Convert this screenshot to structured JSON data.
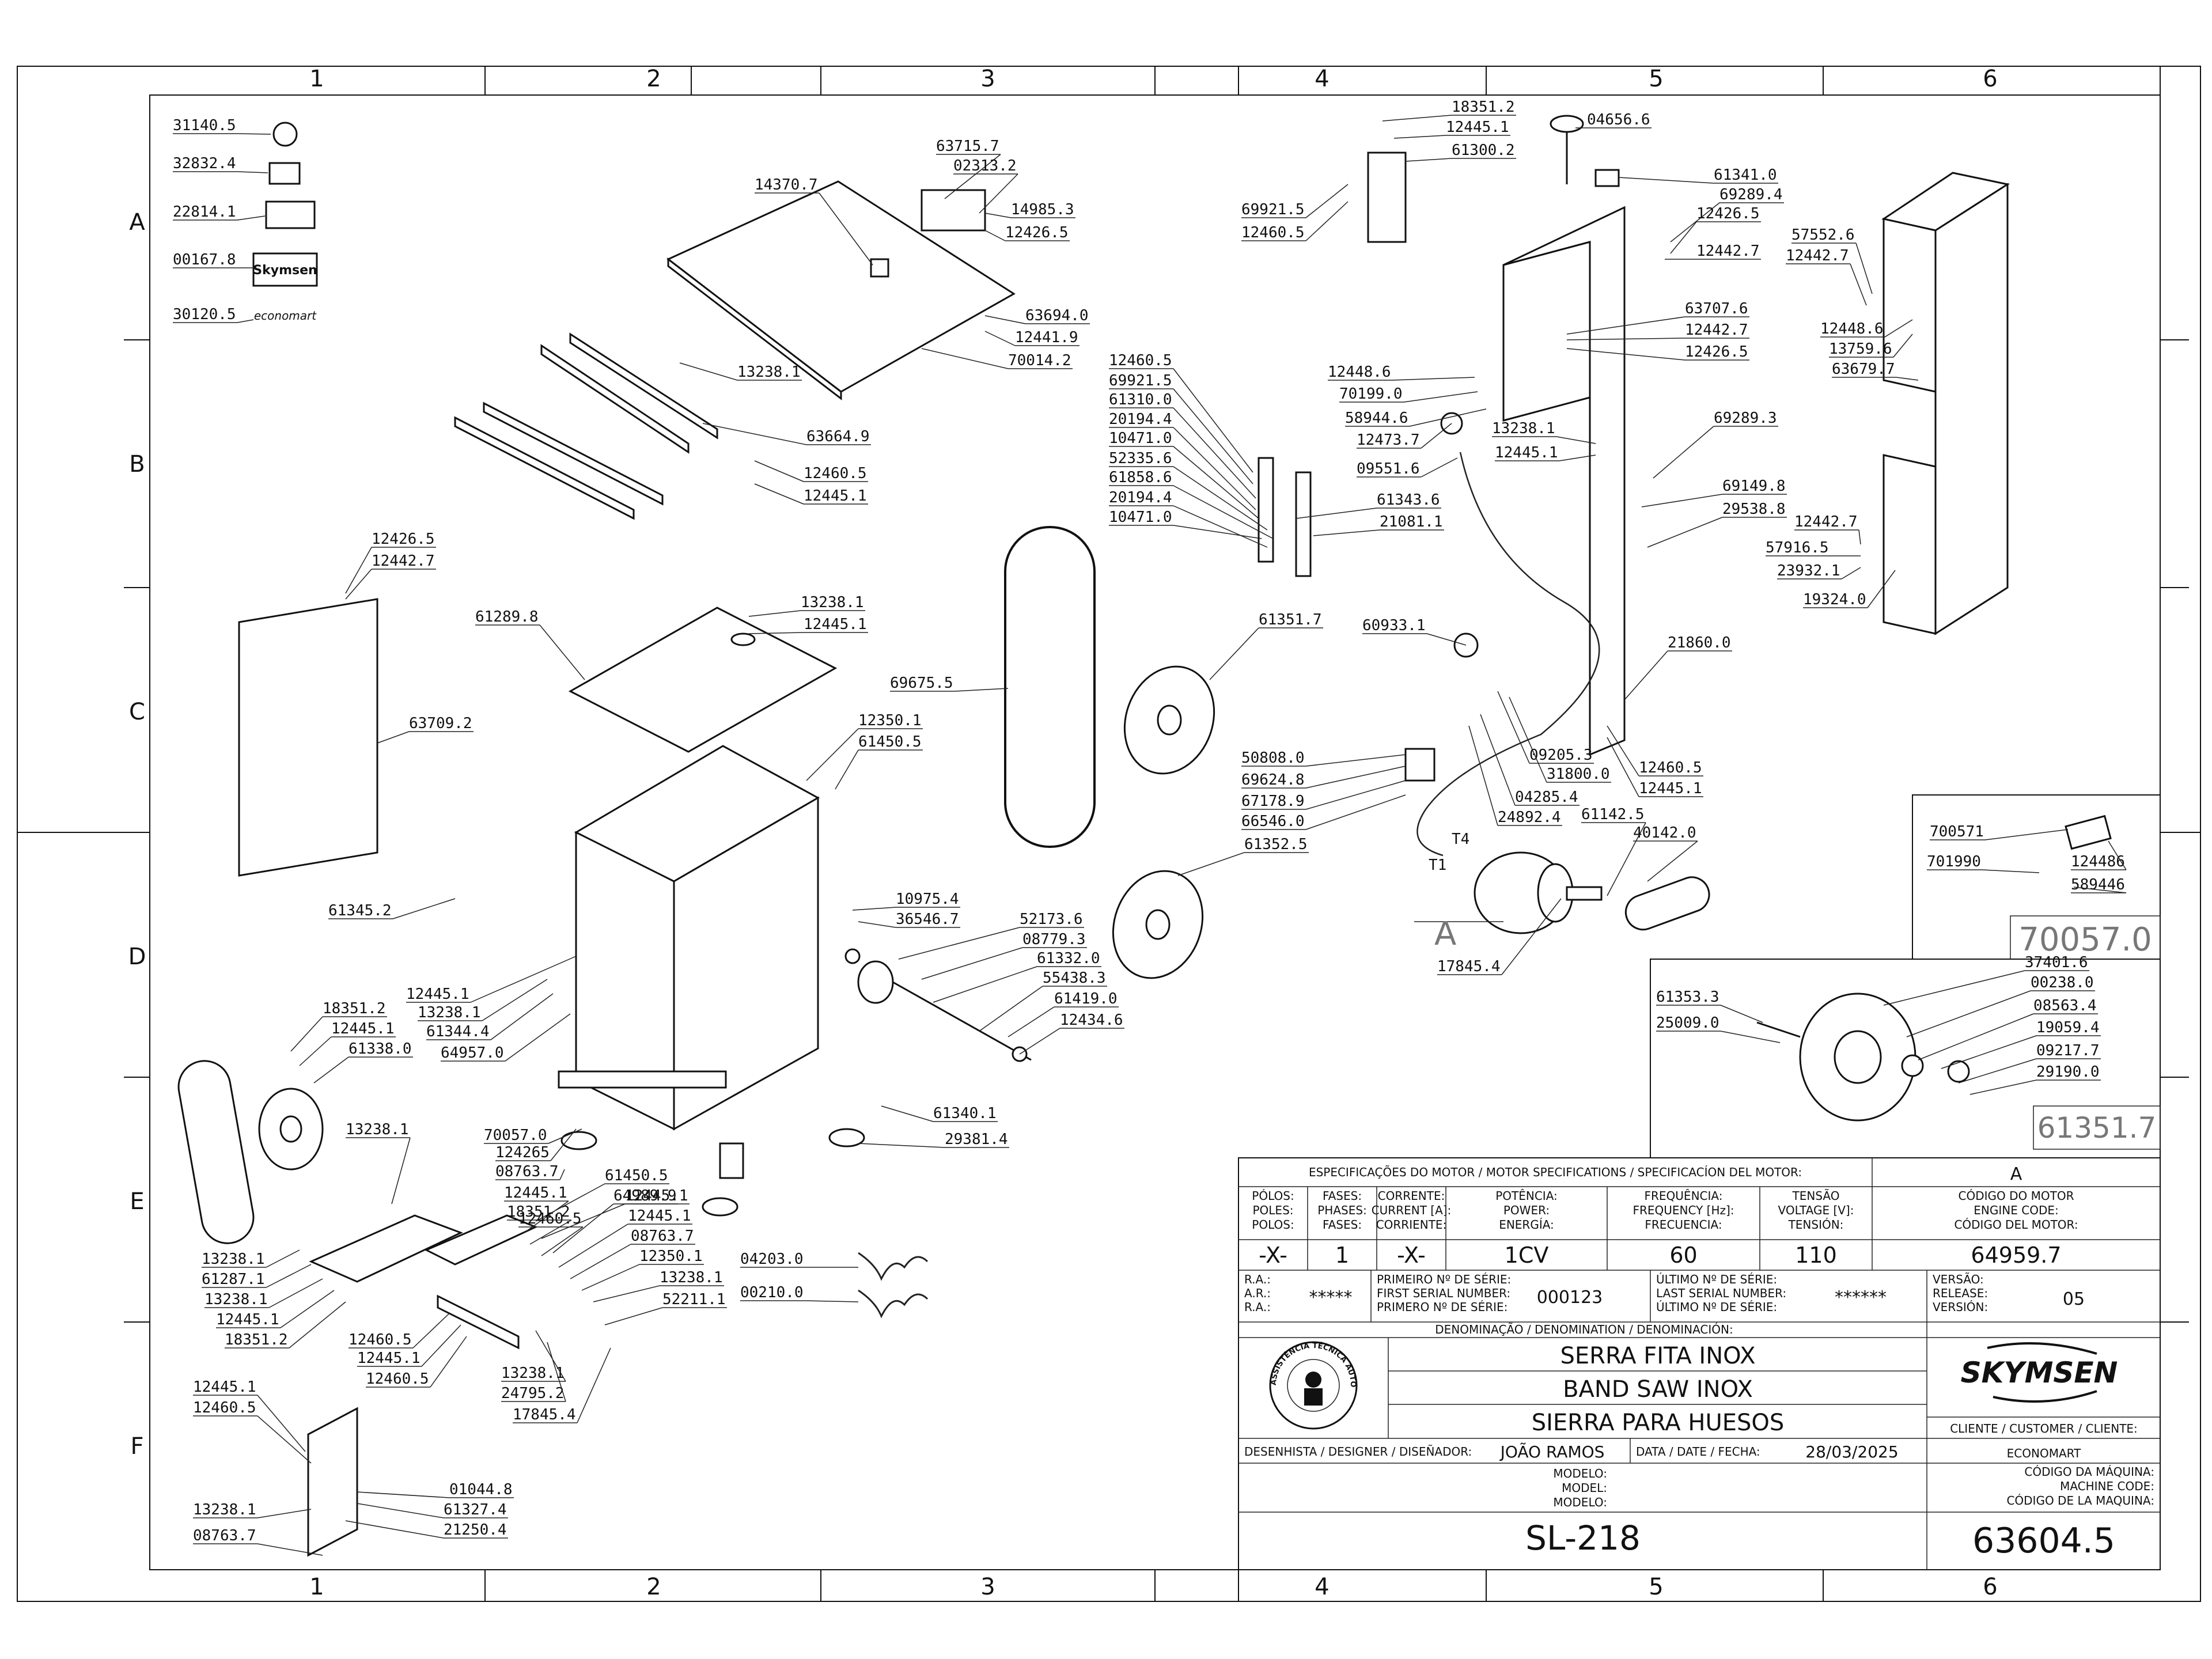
{
  "zones": {
    "columns": [
      "1",
      "2",
      "3",
      "4",
      "5",
      "6"
    ],
    "rows": [
      "A",
      "B",
      "C",
      "D",
      "E",
      "F"
    ]
  },
  "brands": {
    "skymsen_logo": "Skymsen",
    "economart_logo": "economart",
    "title_logo": "SKYMSEN",
    "seal_text": "ASSISTÊNCIA TÉCNICA AUTORIZADA"
  },
  "callouts": [
    {
      "id": "c1",
      "text": "31140.5"
    },
    {
      "id": "c2",
      "text": "32832.4"
    },
    {
      "id": "c3",
      "text": "22814.1"
    },
    {
      "id": "c4",
      "text": "00167.8"
    },
    {
      "id": "c5",
      "text": "30120.5"
    },
    {
      "id": "c6",
      "text": "14370.7"
    },
    {
      "id": "c7",
      "text": "63715.7"
    },
    {
      "id": "c8",
      "text": "02313.2"
    },
    {
      "id": "c9",
      "text": "14985.3"
    },
    {
      "id": "c10",
      "text": "12426.5"
    },
    {
      "id": "c11",
      "text": "63694.0"
    },
    {
      "id": "c12",
      "text": "12441.9"
    },
    {
      "id": "c13",
      "text": "70014.2"
    },
    {
      "id": "c14",
      "text": "13238.1"
    },
    {
      "id": "c15",
      "text": "63664.9"
    },
    {
      "id": "c16",
      "text": "12460.5"
    },
    {
      "id": "c17",
      "text": "12445.1"
    },
    {
      "id": "c18",
      "text": "12426.5"
    },
    {
      "id": "c19",
      "text": "12442.7"
    },
    {
      "id": "c20",
      "text": "61289.8"
    },
    {
      "id": "c21",
      "text": "13238.1"
    },
    {
      "id": "c22",
      "text": "12445.1"
    },
    {
      "id": "c23",
      "text": "63709.2"
    },
    {
      "id": "c24",
      "text": "12350.1"
    },
    {
      "id": "c25",
      "text": "61450.5"
    },
    {
      "id": "c26",
      "text": "69675.5"
    },
    {
      "id": "c27",
      "text": "61345.2"
    },
    {
      "id": "c28",
      "text": "12445.1"
    },
    {
      "id": "c29",
      "text": "13238.1"
    },
    {
      "id": "c30",
      "text": "61344.4"
    },
    {
      "id": "c31",
      "text": "64957.0"
    },
    {
      "id": "c32",
      "text": "10975.4"
    },
    {
      "id": "c33",
      "text": "36546.7"
    },
    {
      "id": "c34",
      "text": "52173.6"
    },
    {
      "id": "c35",
      "text": "08779.3"
    },
    {
      "id": "c36",
      "text": "61332.0"
    },
    {
      "id": "c37",
      "text": "55438.3"
    },
    {
      "id": "c38",
      "text": "61419.0"
    },
    {
      "id": "c39",
      "text": "12434.6"
    },
    {
      "id": "c40",
      "text": "18351.2"
    },
    {
      "id": "c41",
      "text": "12445.1"
    },
    {
      "id": "c42",
      "text": "61338.0"
    },
    {
      "id": "c43",
      "text": "61340.1"
    },
    {
      "id": "c44",
      "text": "29381.4"
    },
    {
      "id": "c45",
      "text": "70057.0"
    },
    {
      "id": "c46",
      "text": "124265"
    },
    {
      "id": "c47",
      "text": "08763.7"
    },
    {
      "id": "c48",
      "text": "13238.1"
    },
    {
      "id": "c49",
      "text": "12445.1"
    },
    {
      "id": "c50",
      "text": "18351.2"
    },
    {
      "id": "c51",
      "text": "61450.5"
    },
    {
      "id": "c52",
      "text": "12445.1"
    },
    {
      "id": "c53",
      "text": "64989.9"
    },
    {
      "id": "c54",
      "text": "12460.5"
    },
    {
      "id": "c55",
      "text": "12445.1"
    },
    {
      "id": "c56",
      "text": "08763.7"
    },
    {
      "id": "c57",
      "text": "12350.1"
    },
    {
      "id": "c58",
      "text": "13238.1"
    },
    {
      "id": "c59",
      "text": "52211.1"
    },
    {
      "id": "c60",
      "text": "04203.0"
    },
    {
      "id": "c61",
      "text": "00210.0"
    },
    {
      "id": "c62",
      "text": "13238.1"
    },
    {
      "id": "c63",
      "text": "61287.1"
    },
    {
      "id": "c64",
      "text": "13238.1"
    },
    {
      "id": "c65",
      "text": "12445.1"
    },
    {
      "id": "c66",
      "text": "18351.2"
    },
    {
      "id": "c67",
      "text": "12460.5"
    },
    {
      "id": "c68",
      "text": "12445.1"
    },
    {
      "id": "c69",
      "text": "12460.5"
    },
    {
      "id": "c70",
      "text": "13238.1"
    },
    {
      "id": "c71",
      "text": "24795.2"
    },
    {
      "id": "c72",
      "text": "17845.4"
    },
    {
      "id": "c73",
      "text": "12445.1"
    },
    {
      "id": "c74",
      "text": "12460.5"
    },
    {
      "id": "c75",
      "text": "01044.8"
    },
    {
      "id": "c76",
      "text": "61327.4"
    },
    {
      "id": "c77",
      "text": "21250.4"
    },
    {
      "id": "c78",
      "text": "13238.1"
    },
    {
      "id": "c79",
      "text": "08763.7"
    },
    {
      "id": "c80",
      "text": "18351.2"
    },
    {
      "id": "c81",
      "text": "12445.1"
    },
    {
      "id": "c82",
      "text": "61300.2"
    },
    {
      "id": "c83",
      "text": "69921.5"
    },
    {
      "id": "c84",
      "text": "12460.5"
    },
    {
      "id": "c85",
      "text": "04656.6"
    },
    {
      "id": "c86",
      "text": "61341.0"
    },
    {
      "id": "c87",
      "text": "69289.4"
    },
    {
      "id": "c88",
      "text": "12426.5"
    },
    {
      "id": "c89",
      "text": "12442.7"
    },
    {
      "id": "c90",
      "text": "63707.6"
    },
    {
      "id": "c91",
      "text": "12442.7"
    },
    {
      "id": "c92",
      "text": "12426.5"
    },
    {
      "id": "c93",
      "text": "12448.6"
    },
    {
      "id": "c94",
      "text": "70199.0"
    },
    {
      "id": "c95",
      "text": "58944.6"
    },
    {
      "id": "c96",
      "text": "12473.7"
    },
    {
      "id": "c97",
      "text": "12460.5"
    },
    {
      "id": "c98",
      "text": "69921.5"
    },
    {
      "id": "c99",
      "text": "61310.0"
    },
    {
      "id": "c100",
      "text": "20194.4"
    },
    {
      "id": "c101",
      "text": "10471.0"
    },
    {
      "id": "c102",
      "text": "52335.6"
    },
    {
      "id": "c103",
      "text": "61858.6"
    },
    {
      "id": "c104",
      "text": "20194.4"
    },
    {
      "id": "c105",
      "text": "10471.0"
    },
    {
      "id": "c106",
      "text": "61343.6"
    },
    {
      "id": "c107",
      "text": "21081.1"
    },
    {
      "id": "c108",
      "text": "09551.6"
    },
    {
      "id": "c109",
      "text": "13238.1"
    },
    {
      "id": "c110",
      "text": "12445.1"
    },
    {
      "id": "c111",
      "text": "69289.3"
    },
    {
      "id": "c112",
      "text": "69149.8"
    },
    {
      "id": "c113",
      "text": "29538.8"
    },
    {
      "id": "c114",
      "text": "57552.6"
    },
    {
      "id": "c115",
      "text": "12442.7"
    },
    {
      "id": "c116",
      "text": "12448.6"
    },
    {
      "id": "c117",
      "text": "13759.6"
    },
    {
      "id": "c118",
      "text": "63679.7"
    },
    {
      "id": "c119",
      "text": "12442.7"
    },
    {
      "id": "c120",
      "text": "57916.5"
    },
    {
      "id": "c121",
      "text": "23932.1"
    },
    {
      "id": "c122",
      "text": "19324.0"
    },
    {
      "id": "c123",
      "text": "60933.1"
    },
    {
      "id": "c124",
      "text": "61351.7"
    },
    {
      "id": "c125",
      "text": "21860.0"
    },
    {
      "id": "c126",
      "text": "09205.3"
    },
    {
      "id": "c127",
      "text": "31800.0"
    },
    {
      "id": "c128",
      "text": "12460.5"
    },
    {
      "id": "c129",
      "text": "12445.1"
    },
    {
      "id": "c130",
      "text": "50808.0"
    },
    {
      "id": "c131",
      "text": "69624.8"
    },
    {
      "id": "c132",
      "text": "67178.9"
    },
    {
      "id": "c133",
      "text": "66546.0"
    },
    {
      "id": "c134",
      "text": "04285.4"
    },
    {
      "id": "c135",
      "text": "24892.4"
    },
    {
      "id": "c136",
      "text": "61142.5"
    },
    {
      "id": "c137",
      "text": "40142.0"
    },
    {
      "id": "c138",
      "text": "61352.5"
    },
    {
      "id": "c139",
      "text": "17845.4"
    },
    {
      "id": "c140",
      "text": "700571"
    },
    {
      "id": "c141",
      "text": "701990"
    },
    {
      "id": "c142",
      "text": "124486"
    },
    {
      "id": "c143",
      "text": "589446"
    },
    {
      "id": "c144",
      "text": "61353.3"
    },
    {
      "id": "c145",
      "text": "25009.0"
    },
    {
      "id": "c146",
      "text": "37401.6"
    },
    {
      "id": "c147",
      "text": "00238.0"
    },
    {
      "id": "c148",
      "text": "08563.4"
    },
    {
      "id": "c149",
      "text": "19059.4"
    },
    {
      "id": "c150",
      "text": "09217.7"
    },
    {
      "id": "c151",
      "text": "29190.0"
    }
  ],
  "detail_labels": {
    "detail_a": "A",
    "detail_a_title": "A",
    "subassy_70057": "70057.0",
    "subassy_61351": "61351.7",
    "motor_t4": "T4",
    "motor_t1": "T1"
  },
  "motor_spec": {
    "header": "ESPECIFICAÇÕES DO MOTOR / MOTOR SPECIFICATIONS / SPECIFICACÍON DEL MOTOR:",
    "detail_ref": "A",
    "col_headers": [
      [
        "PÓLOS:",
        "POLES:",
        "POLOS:"
      ],
      [
        "FASES:",
        "PHASES:",
        "FASES:"
      ],
      [
        "CORRENTE:",
        "CURRENT [A]:",
        "CORRIENTE:"
      ],
      [
        "POTÊNCIA:",
        "POWER:",
        "ENERGÍA:"
      ],
      [
        "FREQUÊNCIA:",
        "FREQUENCY [Hz]:",
        "FRECUENCIA:"
      ],
      [
        "TENSÃO",
        "VOLTAGE [V]:",
        "TENSIÓN:"
      ],
      [
        "CÓDIGO DO MOTOR",
        "ENGINE CODE:",
        "CÓDIGO DEL MOTOR:"
      ]
    ],
    "values": [
      "-X-",
      "1",
      "-X-",
      "1CV",
      "60",
      "110",
      "64959.7"
    ]
  },
  "serial": {
    "ra_labels": [
      "R.A.:",
      "A.R.:",
      "R.A.:"
    ],
    "ra_value": "*****",
    "first_labels": [
      "PRIMEIRO Nº DE SÉRIE:",
      "FIRST SERIAL NUMBER:",
      "PRIMERO Nº DE SÉRIE:"
    ],
    "first_value": "000123",
    "last_labels": [
      "ÚLTIMO Nº DE SÉRIE:",
      "LAST SERIAL NUMBER:",
      "ÚLTIMO Nº DE SÉRIE:"
    ],
    "last_value": "******",
    "version_labels": [
      "VERSÃO:",
      "RELEASE:",
      "VERSIÓN:"
    ],
    "version_value": "05"
  },
  "denomination": {
    "header": "DENOMINAÇÃO / DENOMINATION / DENOMINACIÓN:",
    "pt": "SERRA FITA INOX",
    "en": "BAND SAW INOX",
    "es": "SIERRA PARA HUESOS"
  },
  "client": {
    "label": "CLIENTE / CUSTOMER / CLIENTE:",
    "value": "ECONOMART"
  },
  "designer": {
    "label": "DESENHISTA / DESIGNER / DISEÑADOR:",
    "value": "JOÃO RAMOS",
    "date_label": "DATA / DATE / FECHA:",
    "date_value": "28/03/2025"
  },
  "model": {
    "labels": [
      "MODELO:",
      "MODEL:",
      "MODELO:"
    ],
    "value": "SL-218"
  },
  "machine_code": {
    "labels": [
      "CÓDIGO DA MÁQUINA:",
      "MACHINE CODE:",
      "CÓDIGO DE LA MAQUINA:"
    ],
    "value": "63604.5"
  }
}
